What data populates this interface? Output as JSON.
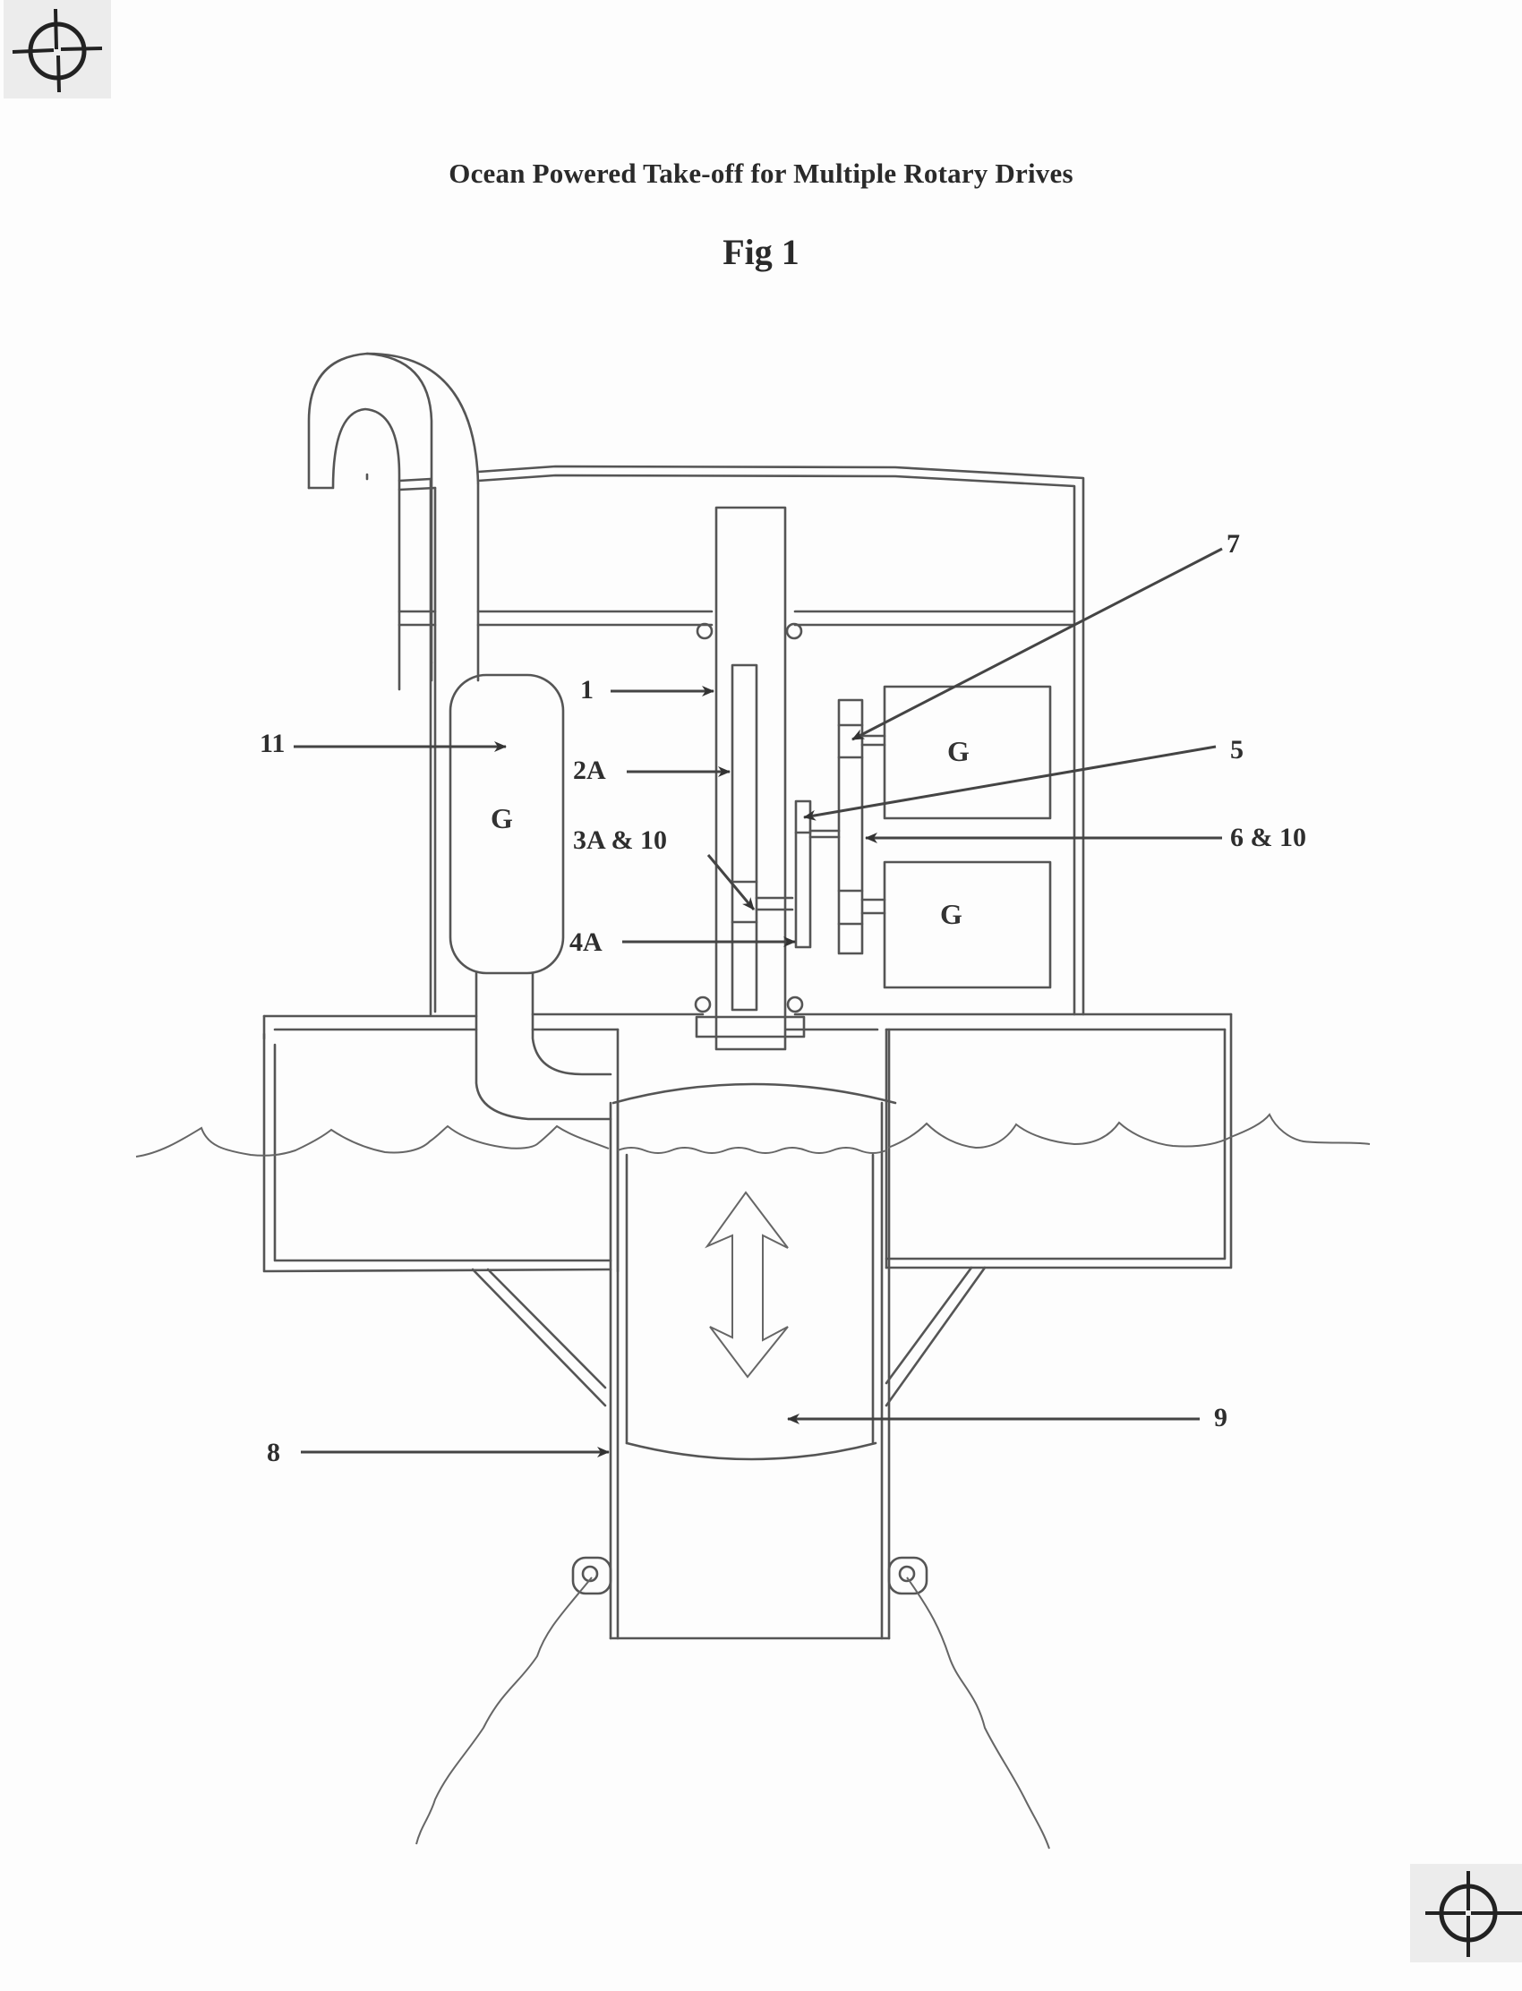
{
  "document": {
    "title": "Ocean Powered Take-off for Multiple Rotary Drives",
    "figure_label": "Fig 1"
  },
  "registration_marks": [
    {
      "name": "top-left",
      "icon": "crosshair-icon"
    },
    {
      "name": "bottom-right",
      "icon": "crosshair-icon"
    }
  ],
  "components": {
    "generator_left": "G",
    "generator_right_top": "G",
    "generator_right_bottom": "G"
  },
  "reference_labels": [
    {
      "id": "1",
      "text": "1"
    },
    {
      "id": "2A",
      "text": "2A"
    },
    {
      "id": "3A_10",
      "text": "3A & 10"
    },
    {
      "id": "4A",
      "text": "4A"
    },
    {
      "id": "5",
      "text": "5"
    },
    {
      "id": "6_10",
      "text": "6 & 10"
    },
    {
      "id": "7",
      "text": "7"
    },
    {
      "id": "8",
      "text": "8"
    },
    {
      "id": "9",
      "text": "9"
    },
    {
      "id": "11",
      "text": "11"
    }
  ]
}
